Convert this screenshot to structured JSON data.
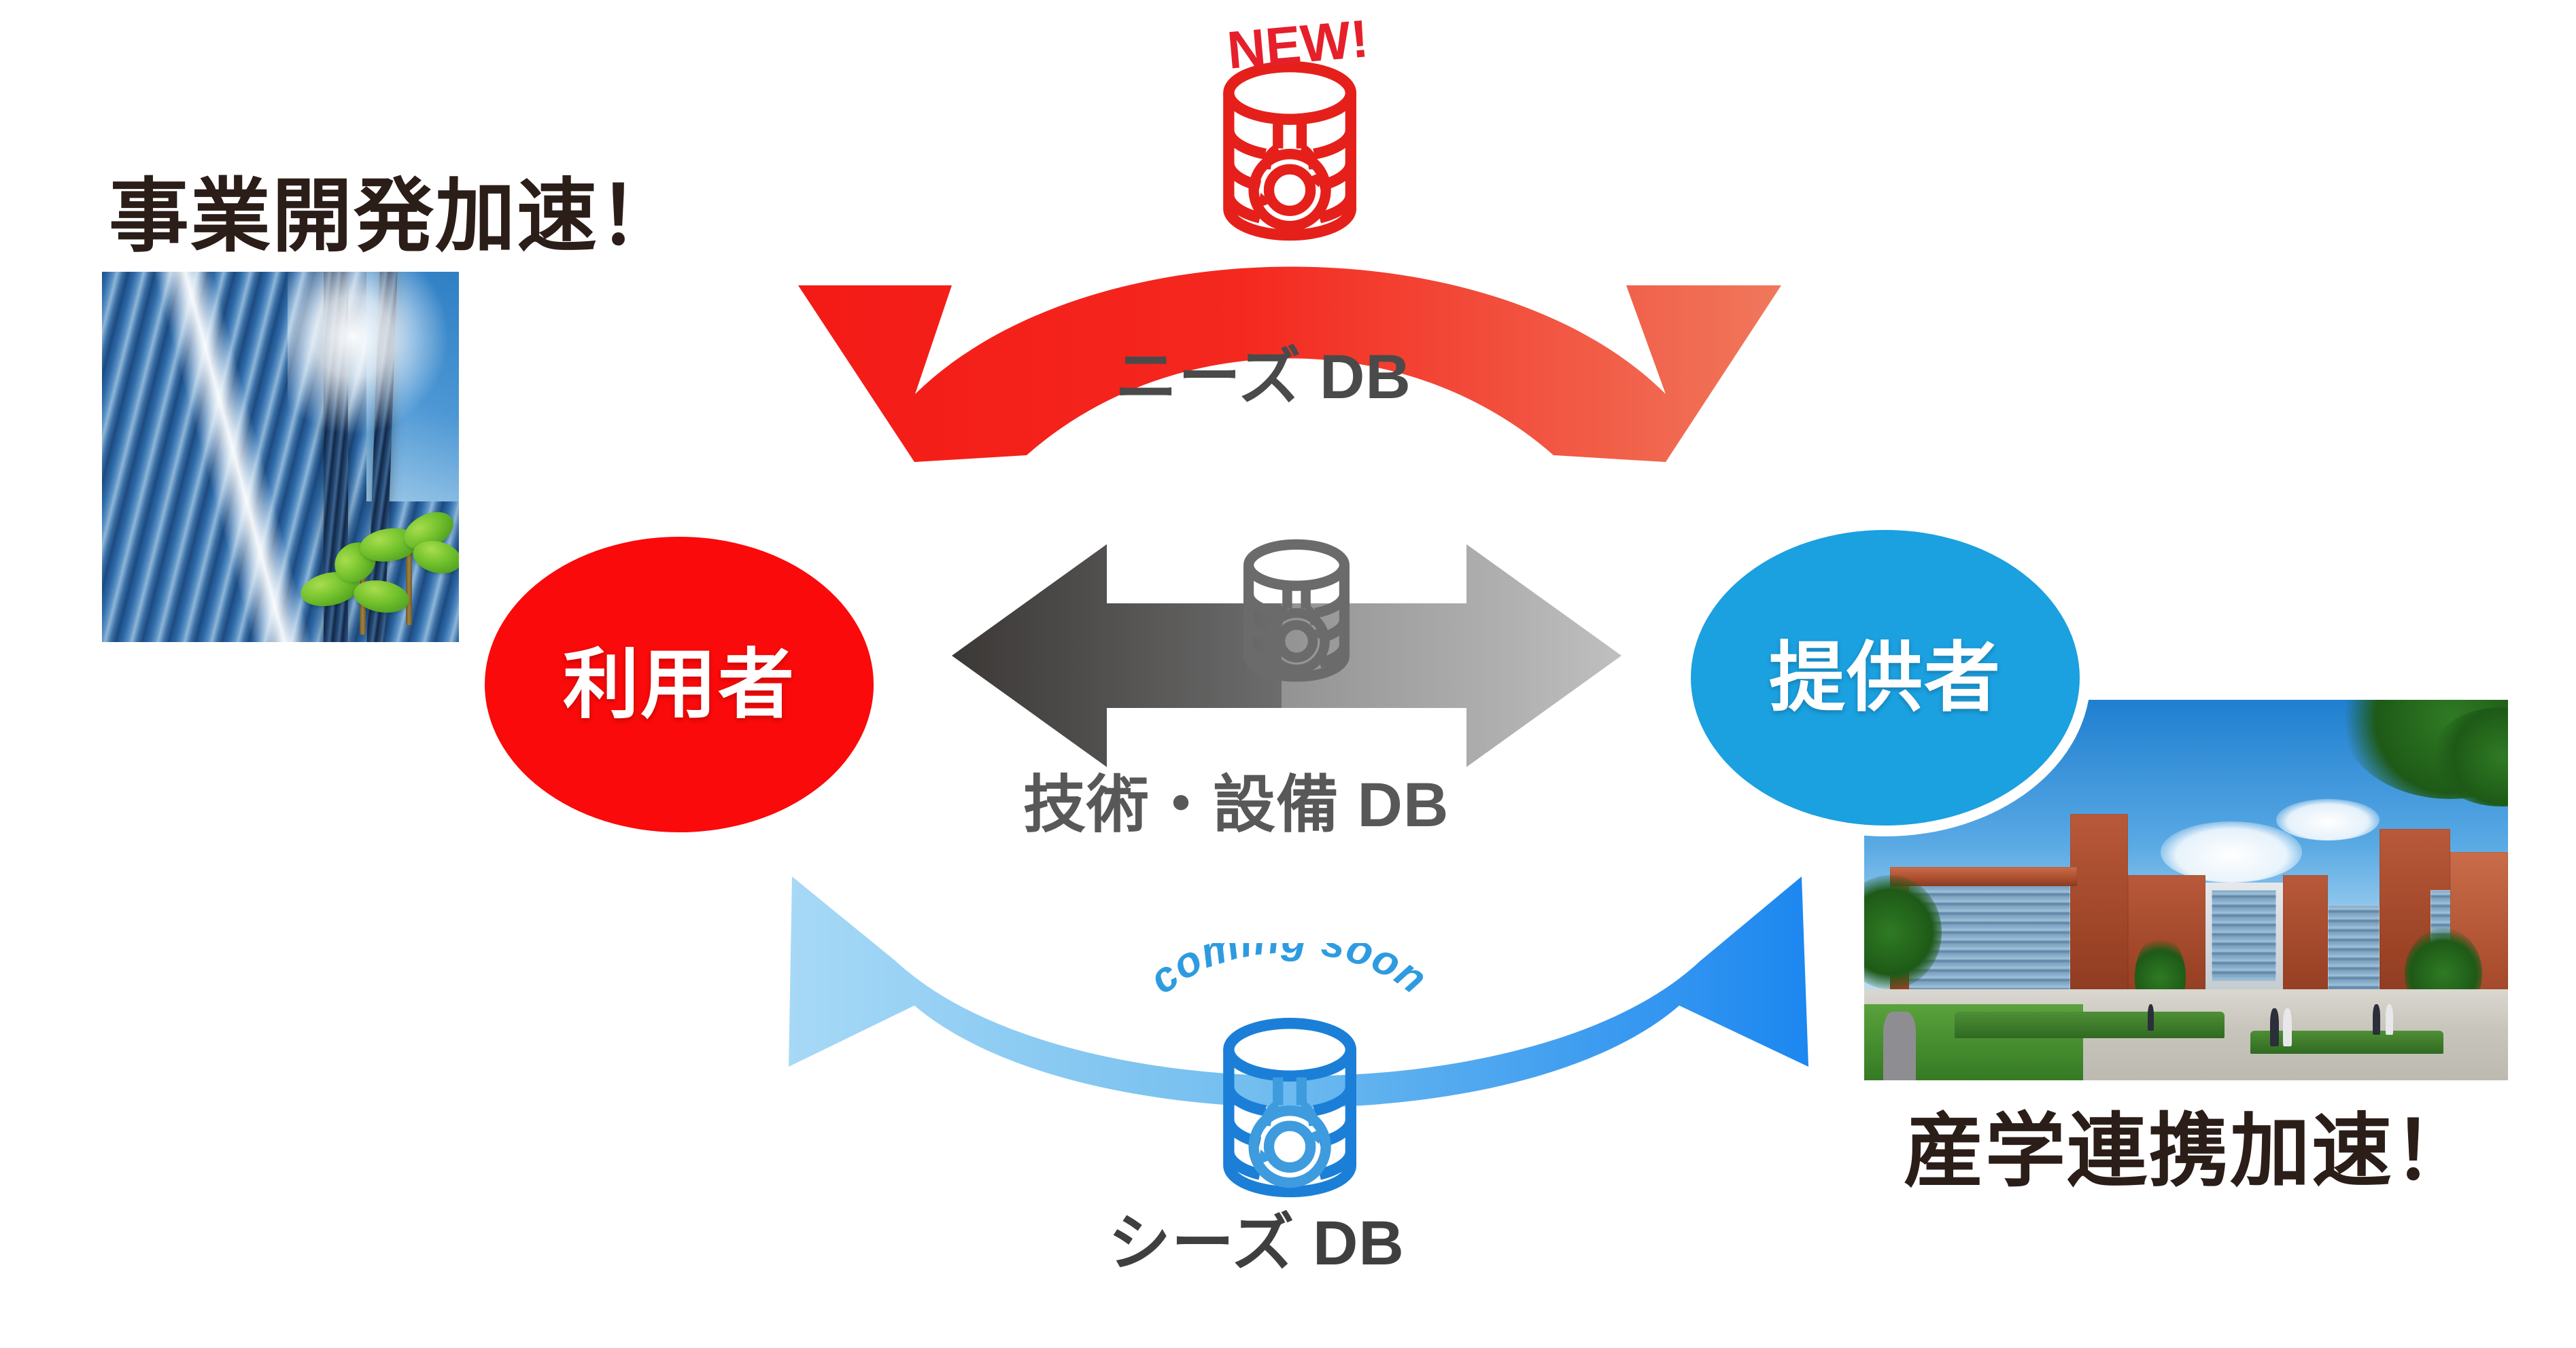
{
  "diagram": {
    "title_left": "事業開発加速！",
    "title_right": "産学連携加速！",
    "nodes": {
      "user": {
        "label": "利用者",
        "color": "#FA0A0A"
      },
      "provider": {
        "label": "提供者",
        "color": "#1BA0E0"
      }
    },
    "flows": [
      {
        "id": "needs",
        "db_label": "ニーズ DB",
        "badge": "NEW!",
        "badge_color": "#E5202A",
        "label_color": "#4A4A4A",
        "direction": "bidirectional-arc-top",
        "gradient_from": "#F41A16",
        "gradient_to": "#F0785C",
        "icon": "database-sync-icon"
      },
      {
        "id": "tech",
        "db_label": "技術・設備 DB",
        "badge": "",
        "badge_color": "",
        "label_color": "#585858",
        "direction": "bidirectional-straight-center",
        "gradient_from": "#3B3836",
        "gradient_to": "#BFBFBF",
        "icon": "database-sync-icon"
      },
      {
        "id": "seeds",
        "db_label": "シーズ DB",
        "badge": "coming soon",
        "badge_color": "#2E9BE0",
        "label_color": "#3F3F3F",
        "direction": "bidirectional-arc-bottom",
        "gradient_from": "#9BD2F2",
        "gradient_to": "#1C87F0",
        "icon": "database-sync-icon"
      }
    ],
    "photos": {
      "left": {
        "name": "skyscraper-sprout-photo",
        "alt": "ガラス張りの高層ビルと新芽"
      },
      "right": {
        "name": "campus-building-photo",
        "alt": "赤レンガの大学キャンパス"
      }
    },
    "badge_soon_letters": [
      "c",
      "o",
      "m",
      "i",
      "n",
      "g",
      " ",
      "s",
      "o",
      "o",
      "n"
    ]
  }
}
